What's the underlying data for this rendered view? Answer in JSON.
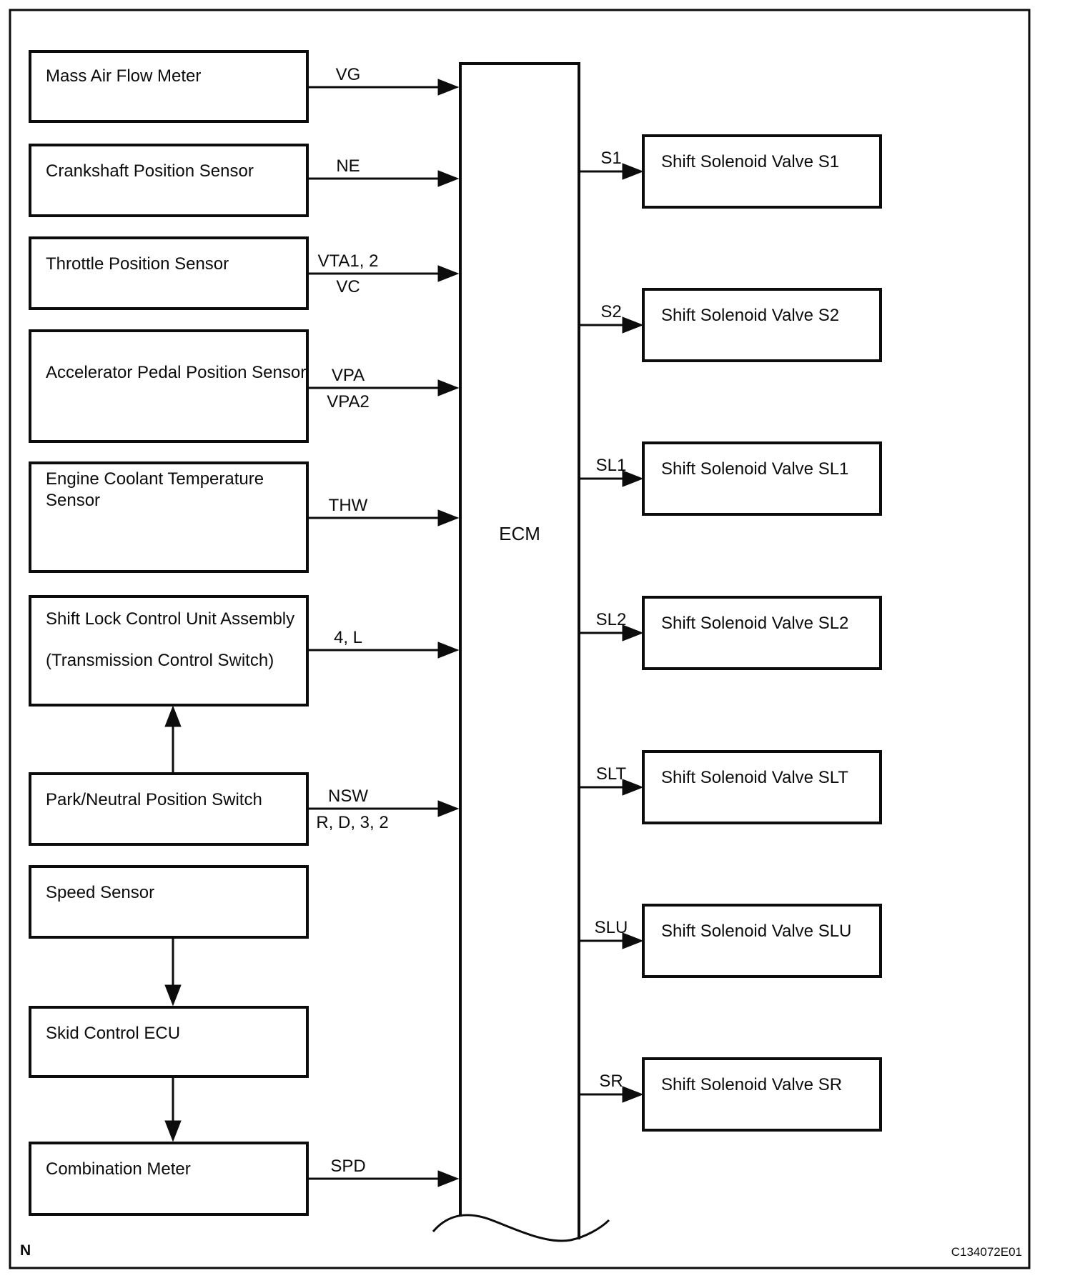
{
  "figure": {
    "page_marker": "N",
    "code": "C134072E01",
    "ecm": {
      "label": "ECM"
    },
    "inputs": [
      {
        "name": "Mass Air Flow Meter",
        "signals": [
          "VG"
        ]
      },
      {
        "name": "Crankshaft Position Sensor",
        "signals": [
          "NE"
        ]
      },
      {
        "name": "Throttle Position Sensor",
        "signals": [
          "VTA1, 2",
          "VC"
        ]
      },
      {
        "name": "Accelerator Pedal Position Sensor",
        "signals": [
          "VPA",
          "VPA2"
        ]
      },
      {
        "name_lines": [
          "Engine Coolant Temperature",
          "Sensor"
        ],
        "signals": [
          "THW"
        ]
      },
      {
        "name_lines": [
          "Shift Lock Control Unit Assembly",
          "(Transmission Control Switch)"
        ],
        "signals": [
          "4, L"
        ]
      },
      {
        "name": "Park/Neutral Position Switch",
        "signals": [
          "NSW",
          "R, D, 3, 2"
        ]
      },
      {
        "name": "Speed Sensor",
        "signals": []
      },
      {
        "name": "Skid Control ECU",
        "signals": []
      },
      {
        "name": "Combination Meter",
        "signals": [
          "SPD"
        ]
      }
    ],
    "outputs": [
      {
        "signal": "S1",
        "name": "Shift Solenoid Valve S1"
      },
      {
        "signal": "S2",
        "name": "Shift Solenoid Valve S2"
      },
      {
        "signal": "SL1",
        "name": "Shift Solenoid Valve SL1"
      },
      {
        "signal": "SL2",
        "name": "Shift Solenoid Valve SL2"
      },
      {
        "signal": "SLT",
        "name": "Shift Solenoid Valve SLT"
      },
      {
        "signal": "SLU",
        "name": "Shift Solenoid Valve SLU"
      },
      {
        "signal": "SR",
        "name": "Shift Solenoid Valve SR"
      }
    ]
  }
}
